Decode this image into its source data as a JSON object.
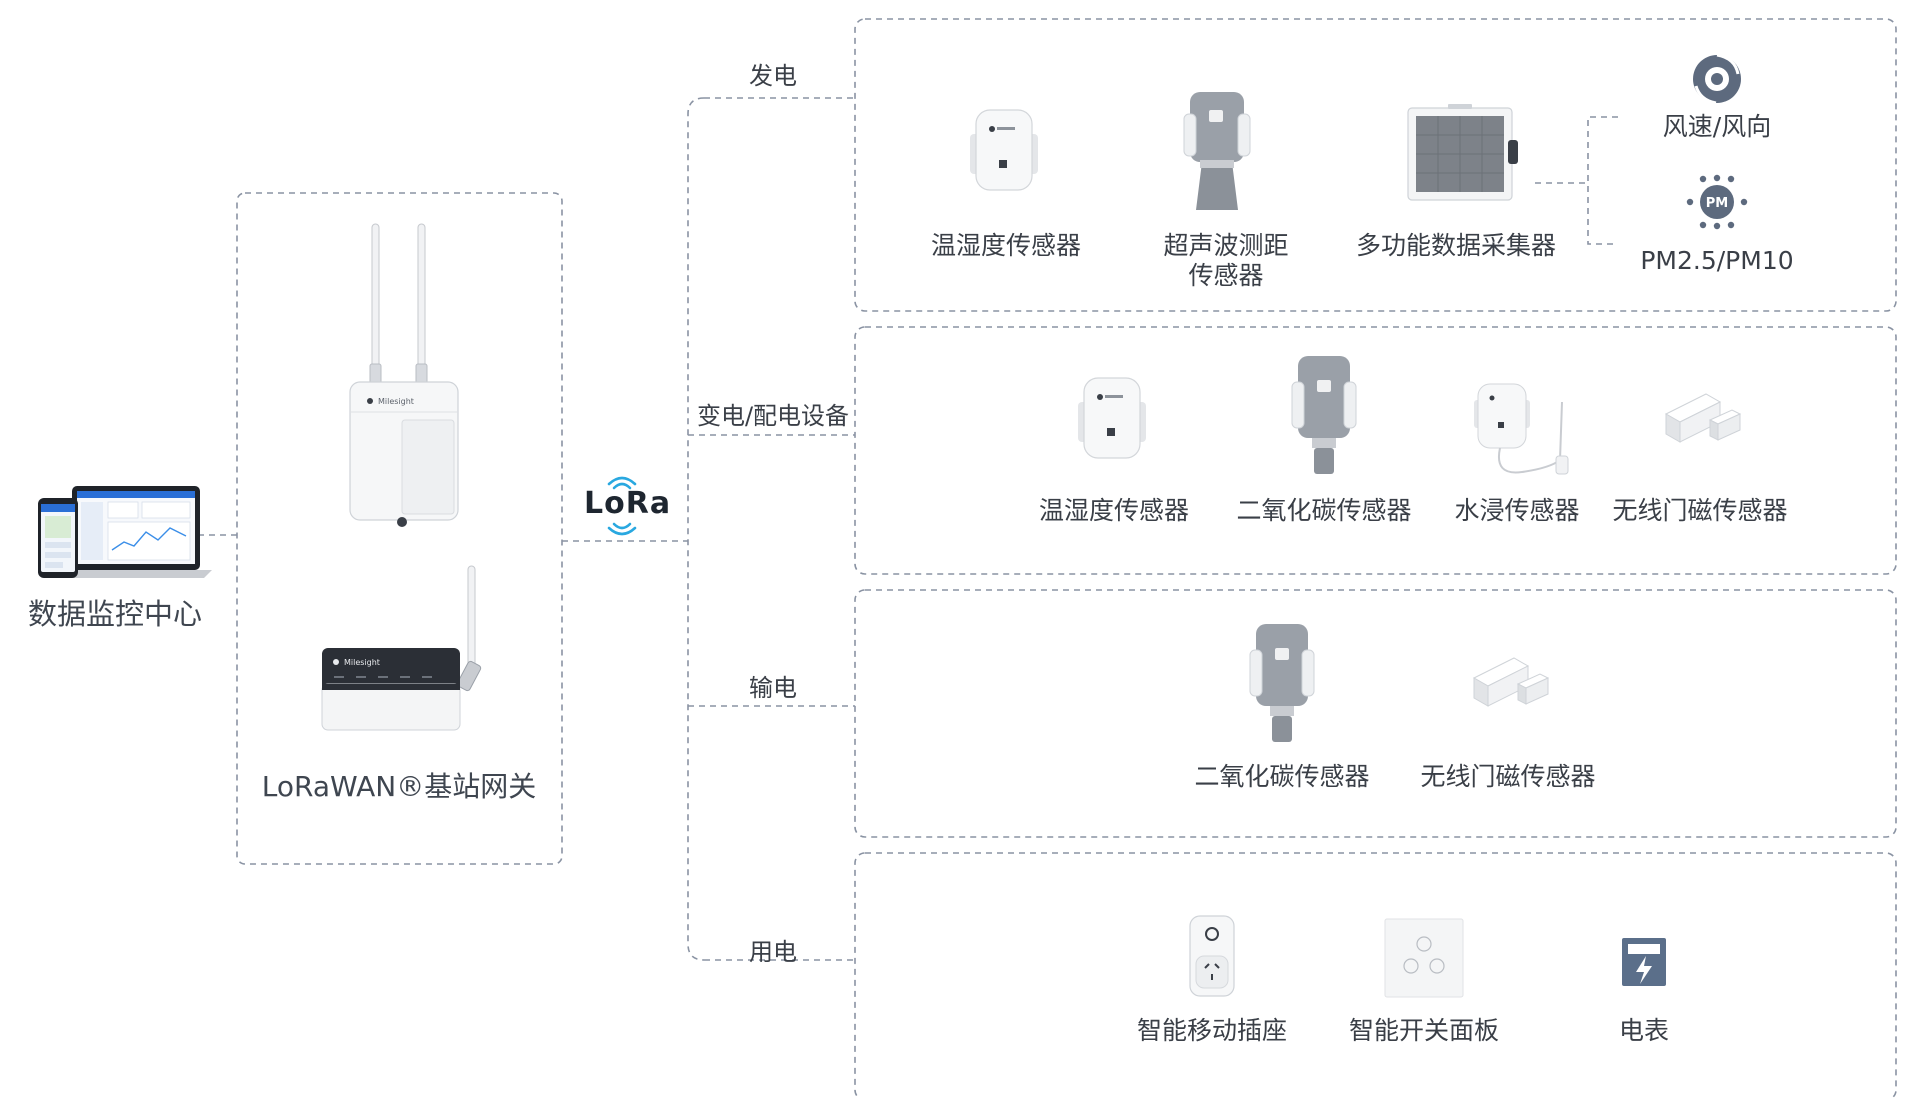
{
  "monitor_center": {
    "label": "数据监控中心"
  },
  "gateway": {
    "label": "LoRaWAN®基站网关",
    "brand": "Milesight"
  },
  "lora": {
    "logo_text": "LoRa"
  },
  "branches": [
    {
      "label": "发电"
    },
    {
      "label": "变电/配电设备"
    },
    {
      "label": "输电"
    },
    {
      "label": "用电"
    }
  ],
  "groups": {
    "generation": {
      "devices": [
        {
          "label": "温湿度传感器",
          "icon": "temp-humidity-sensor-icon"
        },
        {
          "label_line1": "超声波测距",
          "label_line2": "传感器",
          "icon": "ultrasonic-distance-sensor-icon"
        },
        {
          "label": "多功能数据采集器",
          "icon": "multi-function-data-collector-icon"
        }
      ],
      "sub_devices": [
        {
          "label": "风速/风向",
          "icon": "wind-speed-direction-icon"
        },
        {
          "label": "PM2.5/PM10",
          "icon": "pm-sensor-icon",
          "icon_text": "PM"
        }
      ]
    },
    "substation": {
      "devices": [
        {
          "label": "温湿度传感器",
          "icon": "temp-humidity-sensor-icon"
        },
        {
          "label": "二氧化碳传感器",
          "icon": "co2-sensor-icon"
        },
        {
          "label": "水浸传感器",
          "icon": "water-leak-sensor-icon"
        },
        {
          "label": "无线门磁传感器",
          "icon": "door-magnetic-sensor-icon"
        }
      ]
    },
    "transmission": {
      "devices": [
        {
          "label": "二氧化碳传感器",
          "icon": "co2-sensor-icon"
        },
        {
          "label": "无线门磁传感器",
          "icon": "door-magnetic-sensor-icon"
        }
      ]
    },
    "consumption": {
      "devices": [
        {
          "label": "智能移动插座",
          "icon": "smart-plug-icon"
        },
        {
          "label": "智能开关面板",
          "icon": "smart-switch-panel-icon"
        },
        {
          "label": "电表",
          "icon": "electric-meter-icon"
        }
      ]
    }
  },
  "colors": {
    "dash": "#8a93a3",
    "text": "#3a3f47",
    "device_grey": "#9aa0a8",
    "device_white": "#f4f5f6",
    "lora_blue": "#29a8e0",
    "meter_blue": "#5b6f8a"
  }
}
